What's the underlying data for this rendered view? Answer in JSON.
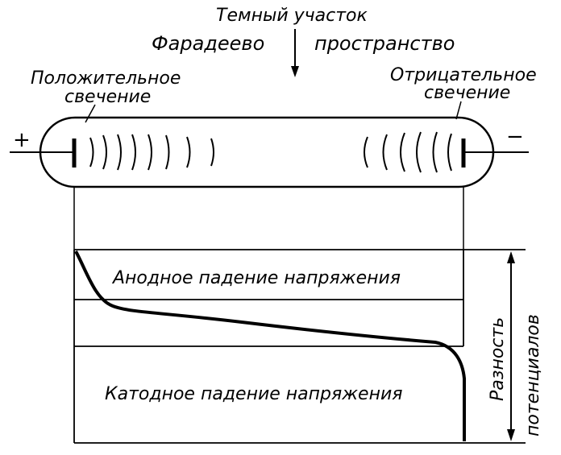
{
  "labels": {
    "dark_region": "Темный участок",
    "faraday": "Фарадеево",
    "space": "пространство",
    "positive_glow_l1": "Положительное",
    "positive_glow_l2": "свечение",
    "negative_glow_l1": "Отрицательное",
    "negative_glow_l2": "свечение",
    "plus": "+",
    "minus": "−",
    "anode_drop": "Анодное падение напряжения",
    "cathode_drop": "Катодное падение напряжения",
    "potential_diff_l1": "Разность",
    "potential_diff_l2": "потенциалов"
  },
  "colors": {
    "ink": "#000000",
    "paper": "#ffffff"
  }
}
